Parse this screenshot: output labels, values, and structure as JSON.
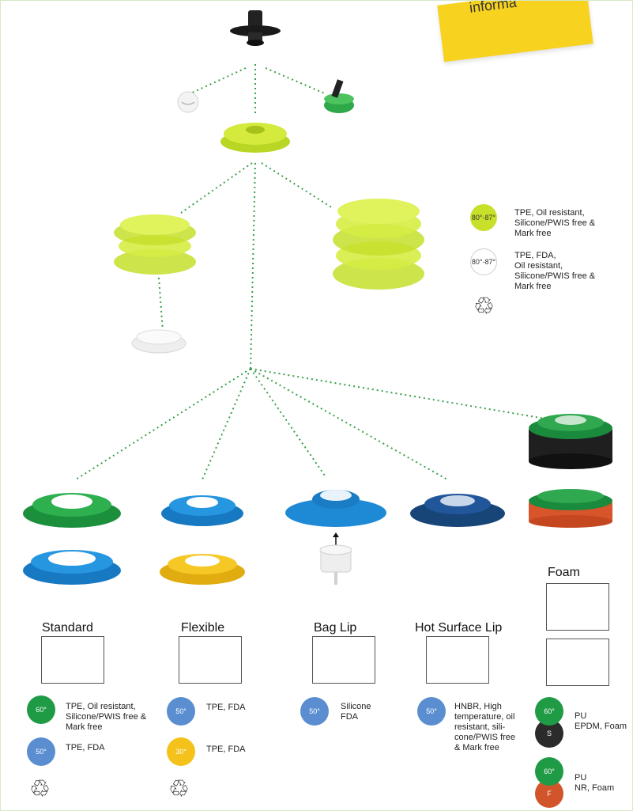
{
  "note_text": "informa",
  "headings": {
    "standard": "Standard",
    "flexible": "Flexible",
    "bag_lip": "Bag Lip",
    "hot_surface_lip": "Hot Surface Lip",
    "foam": "Foam"
  },
  "legend": [
    {
      "badge": "80°-87°",
      "text": "TPE, Oil resistant,\nSilicone/PWIS free &\nMark free",
      "color": "#c8e02a"
    },
    {
      "badge": "80°-87°",
      "text": "TPE, FDA,\nOil resistant,\nSilicone/PWIS free &\nMark free",
      "color": "#ffffff"
    }
  ],
  "standard_specs": [
    {
      "badge": "60°",
      "text": "TPE, Oil resistant,\nSilicone/PWIS free &\nMark free",
      "color": "#1f9a45"
    },
    {
      "badge": "50°",
      "text": "TPE, FDA",
      "color": "#5b8ed0"
    }
  ],
  "flexible_specs": [
    {
      "badge": "50°",
      "text": "TPE, FDA",
      "color": "#5b8ed0"
    },
    {
      "badge": "30°",
      "text": "TPE, FDA",
      "color": "#f4c21a"
    }
  ],
  "bag_lip_specs": [
    {
      "badge": "50°",
      "text": "Silicone\nFDA",
      "color": "#5b8ed0"
    }
  ],
  "hot_surface_specs": [
    {
      "badge": "50°",
      "text": "HNBR, High\ntemperature, oil\nresistant, sili-\ncone/PWIS free\n& Mark free",
      "color": "#5b8ed0"
    }
  ],
  "foam_specs": [
    {
      "badge_top": "60°",
      "badge_bottom": "S",
      "text": "PU\nEPDM, Foam",
      "top_color": "#1f9a45",
      "bottom_color": "#2b2b2b"
    },
    {
      "badge_top": "60°",
      "badge_bottom": "F",
      "text": "PU\nNR, Foam",
      "top_color": "#1f9a45",
      "bottom_color": "#d2542a"
    }
  ],
  "icons": {
    "recycle": "recycle-icon",
    "arrow": "up-arrow-icon"
  },
  "colors": {
    "lime": "#c8e02a",
    "green": "#1f9a45",
    "blue": "#1e8ad6",
    "navy": "#1d4f8f",
    "yellow": "#f4c21a",
    "orange_foam": "#d8552c",
    "dots": "#3aa04a"
  }
}
